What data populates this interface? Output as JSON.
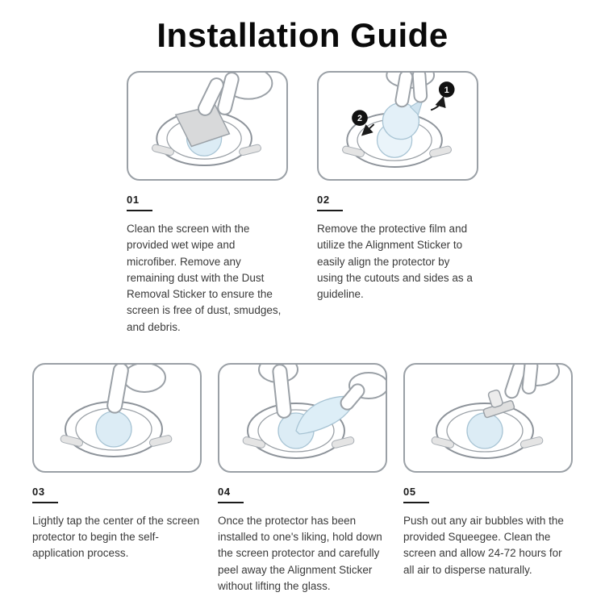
{
  "page": {
    "title": "Installation Guide"
  },
  "steps": [
    {
      "number": "01",
      "text": "Clean the screen with the provided wet wipe and microfiber. Remove any remaining dust with the Dust Removal Sticker to ensure the screen is free of dust, smudges, and debris."
    },
    {
      "number": "02",
      "text": "Remove the protective film and utilize the Alignment Sticker to easily align the protector by using the cutouts and sides as a guideline."
    },
    {
      "number": "03",
      "text": "Lightly tap the center of the screen protector to begin the self-application process."
    },
    {
      "number": "04",
      "text": "Once the protector has been installed to one's liking, hold down the screen protector and carefully peel away the Alignment Sticker without lifting the glass."
    },
    {
      "number": "05",
      "text": "Push out any air bubbles with the provided Squeegee. Clean the screen and allow 24-72 hours for all air to disperse naturally."
    }
  ],
  "badges": {
    "step1": "1",
    "step2": "2"
  },
  "colors": {
    "protector_blue": "#dcecf5",
    "outline_gray": "#9aa0a6",
    "text_dark": "#3a3a3a"
  }
}
